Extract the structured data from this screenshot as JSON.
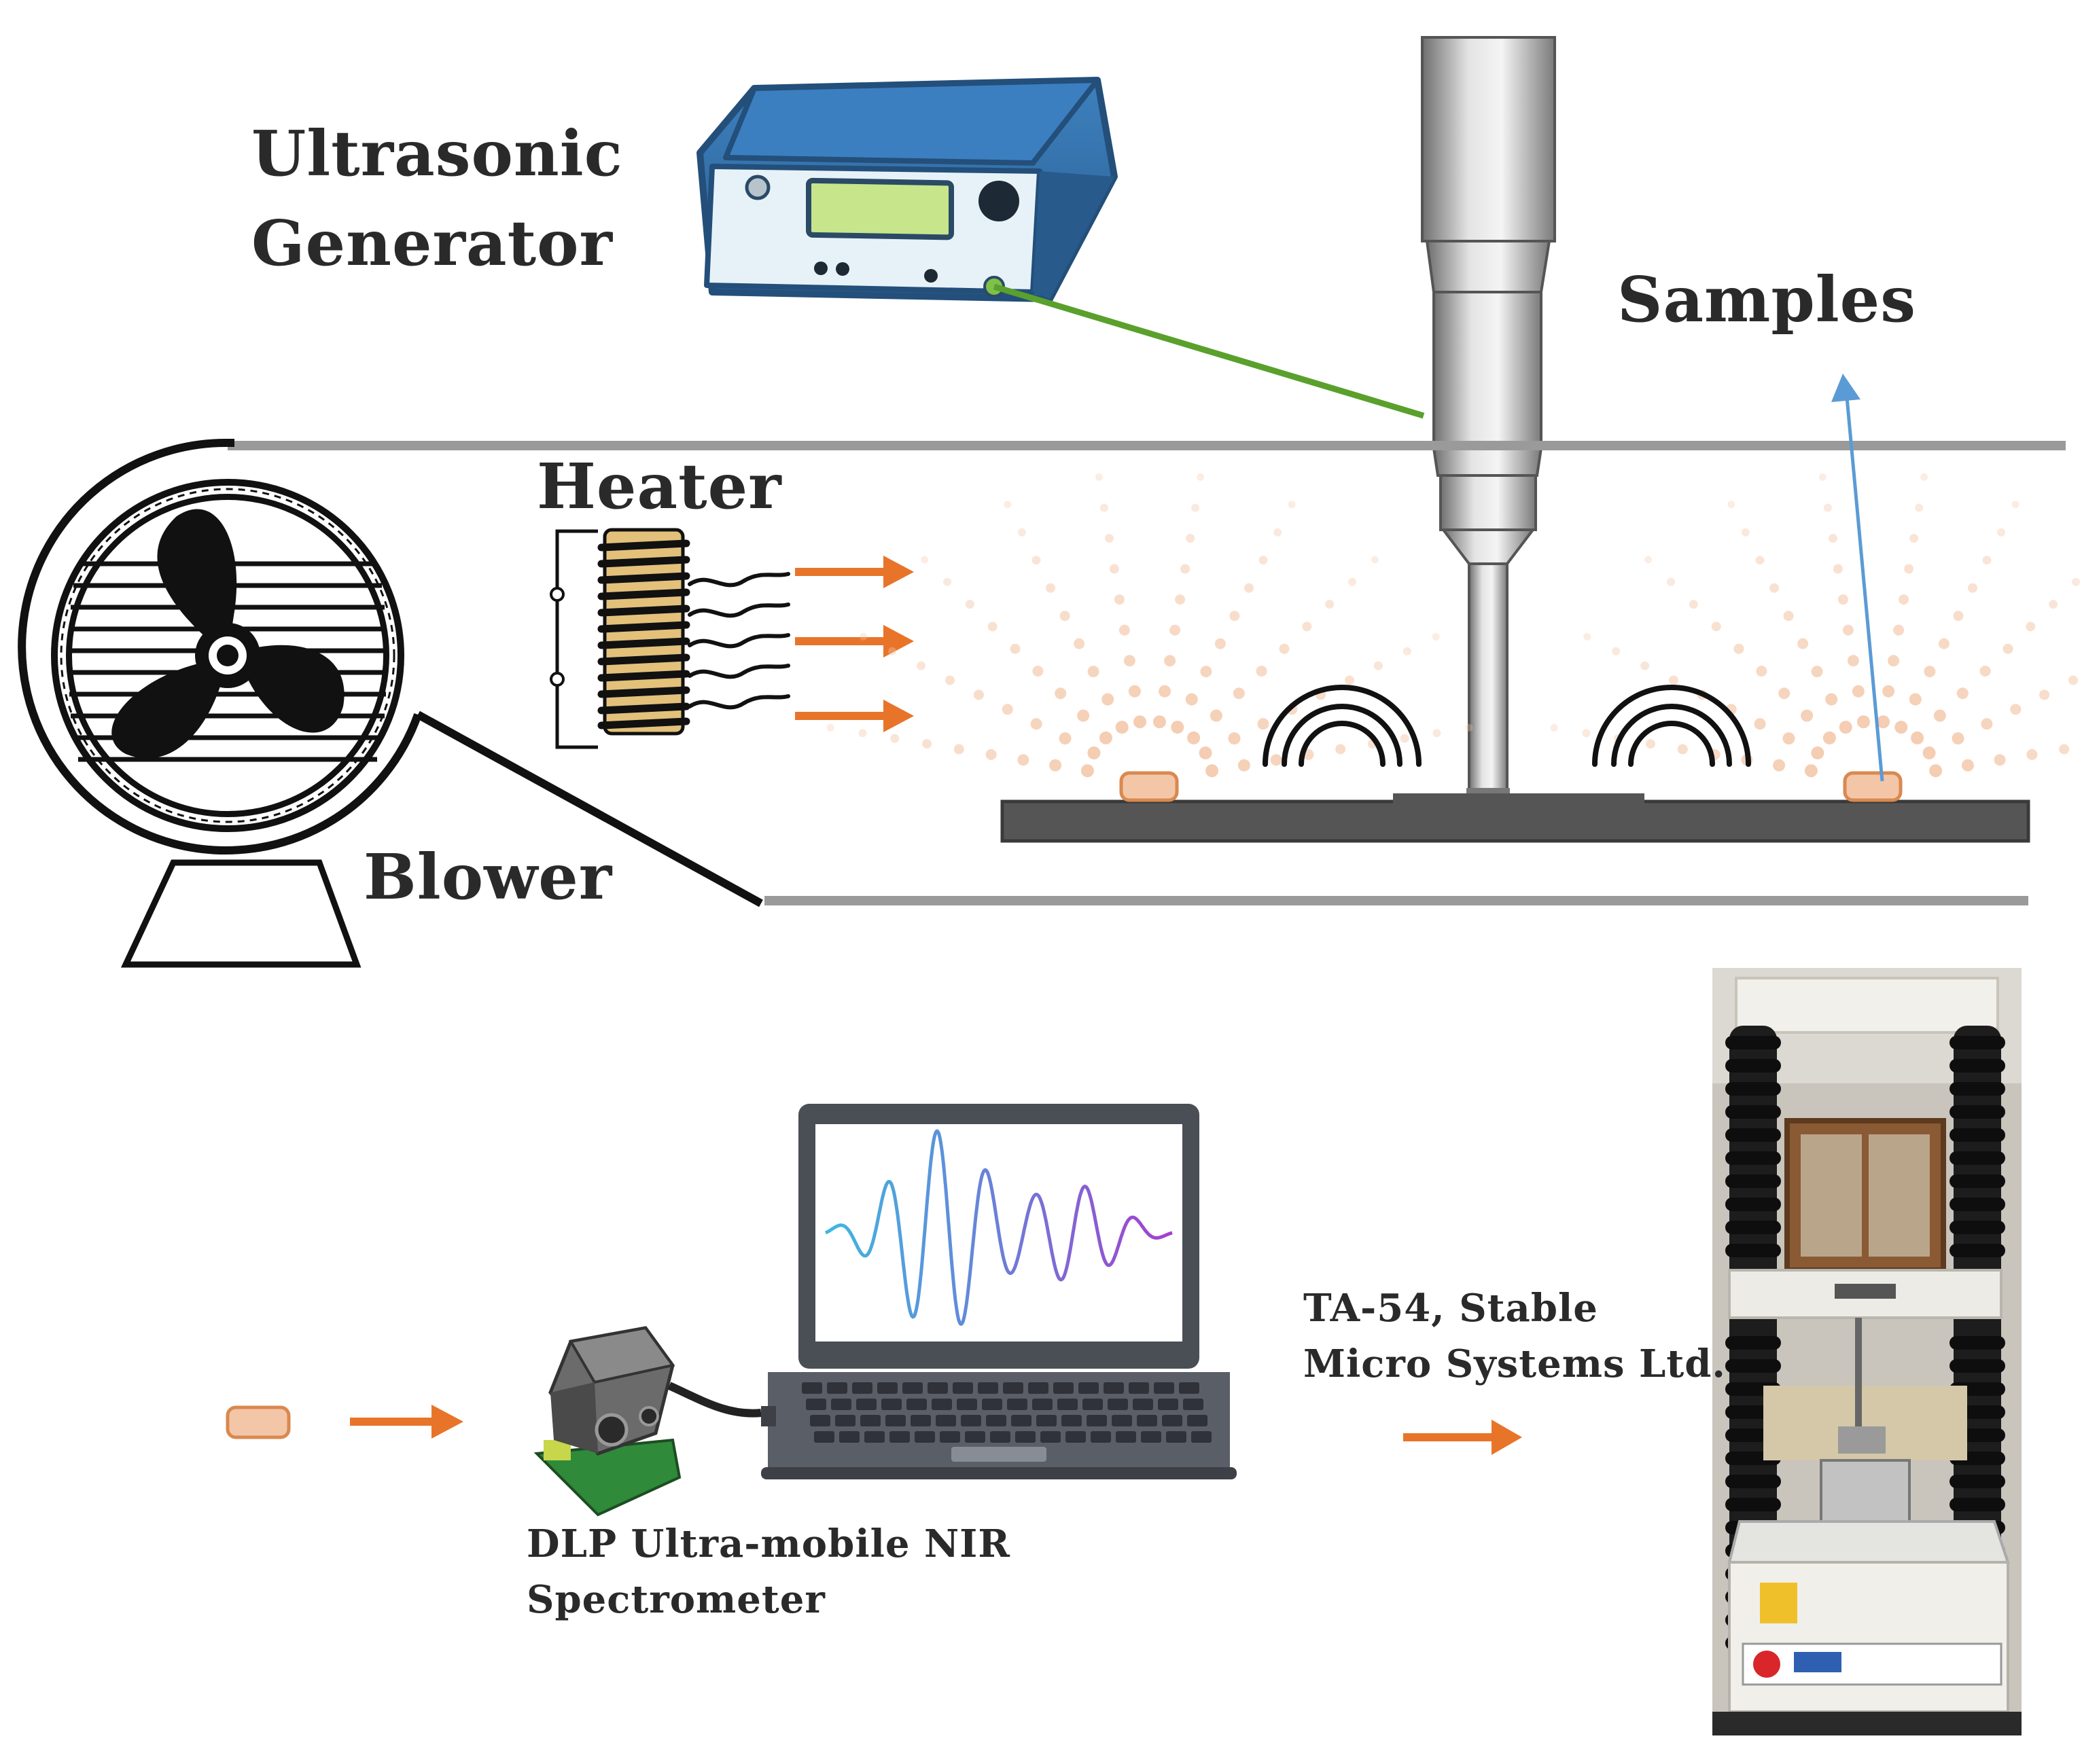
{
  "labels": {
    "generator_line1": "Ultrasonic",
    "generator_line2": "Generator",
    "samples": "Samples",
    "heater": "Heater",
    "blower": "Blower",
    "spectrometer_line1": "DLP Ultra-mobile NIR",
    "spectrometer_line2": "Spectrometer",
    "analyzer_line1": "TA-54, Stable",
    "analyzer_line2": "Micro Systems Ltd."
  },
  "colors": {
    "arrow": "#e8742a",
    "sample": "#f3c6a8",
    "sample_border": "#d9894f",
    "duct": "#9a9a9a",
    "platform": "#555555",
    "generator_body": "#2f6ea6",
    "generator_face": "#e6f1f7",
    "cable": "#5aa02c",
    "sample_path": "#5b9bd5",
    "spectrum_start": "#3fb7e0",
    "spectrum_end": "#a43fcf"
  },
  "icons": {
    "generator": "ultrasonic-generator-icon",
    "probe": "ultrasonic-probe-icon",
    "heater": "heater-coil-icon",
    "blower": "blower-fan-icon",
    "spectrometer": "nir-spectrometer-icon",
    "laptop": "laptop-icon",
    "texture_analyzer": "texture-analyzer-photo"
  }
}
